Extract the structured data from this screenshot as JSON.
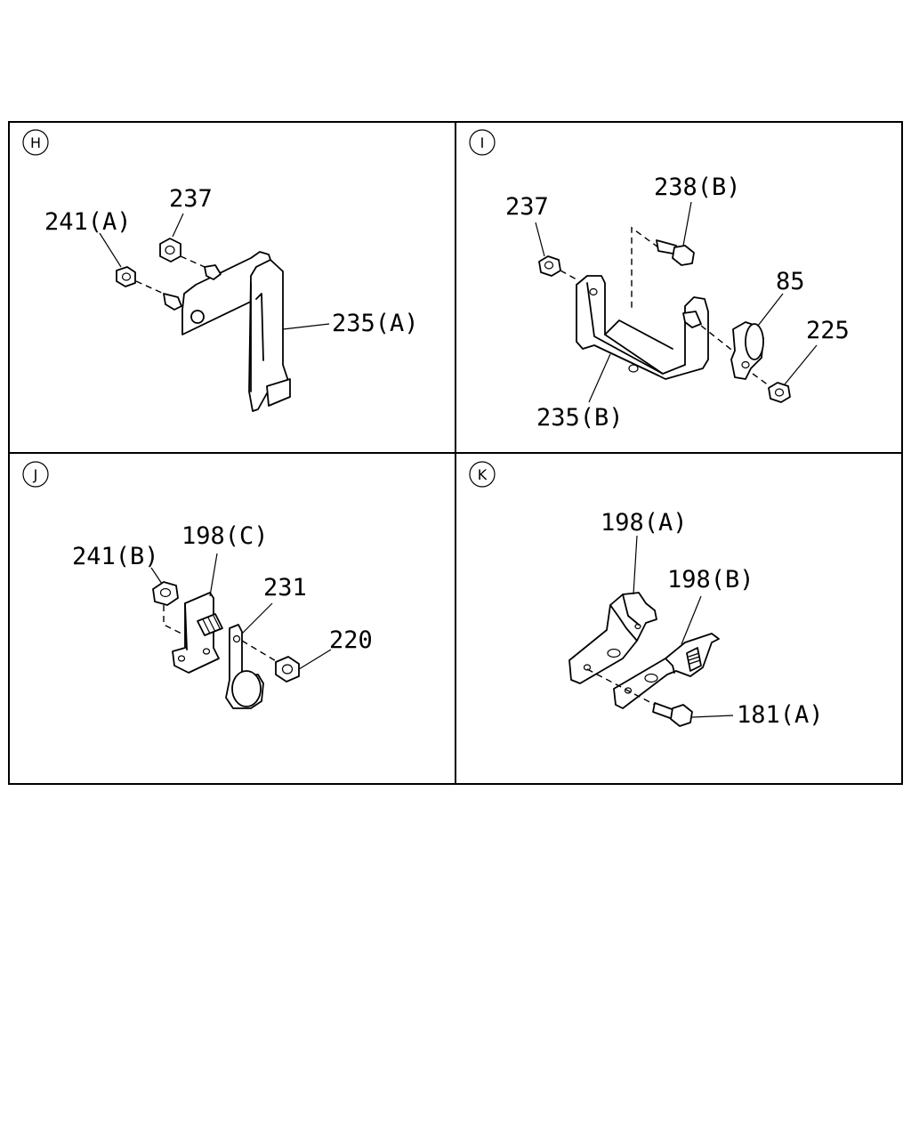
{
  "panels": {
    "H": {
      "marker": "H",
      "labels": {
        "p241a": "241(A)",
        "p237": "237",
        "p235a": "235(A)"
      }
    },
    "I": {
      "marker": "I",
      "labels": {
        "p237": "237",
        "p238b": "238(B)",
        "p85": "85",
        "p225": "225",
        "p235b": "235(B)"
      }
    },
    "J": {
      "marker": "J",
      "labels": {
        "p241b": "241(B)",
        "p198c": "198(C)",
        "p231": "231",
        "p220": "220"
      }
    },
    "K": {
      "marker": "K",
      "labels": {
        "p198a": "198(A)",
        "p198b": "198(B)",
        "p181a": "181(A)"
      }
    }
  }
}
